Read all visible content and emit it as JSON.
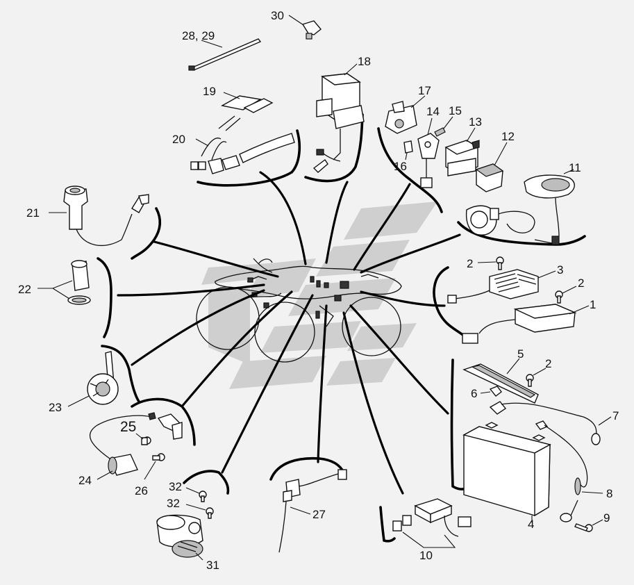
{
  "diagram": {
    "type": "exploded parts diagram",
    "watermark_colors": {
      "fill": "#cfcfcf"
    },
    "callouts": {
      "p1": "1",
      "p2a": "2",
      "p2b": "2",
      "p2c": "2",
      "p3": "3",
      "p4": "4",
      "p5": "5",
      "p6": "6",
      "p7": "7",
      "p8": "8",
      "p9": "9",
      "p10": "10",
      "p11": "11",
      "p12": "12",
      "p13": "13",
      "p14": "14",
      "p15": "15",
      "p16": "16",
      "p17": "17",
      "p18": "18",
      "p19": "19",
      "p20": "20",
      "p21": "21",
      "p22": "22",
      "p23": "23",
      "p24": "24",
      "p25": "25",
      "p26": "26",
      "p27": "27",
      "p2829": "28, 29",
      "p30": "30",
      "p31": "31",
      "p32a": "32",
      "p32b": "32"
    }
  }
}
